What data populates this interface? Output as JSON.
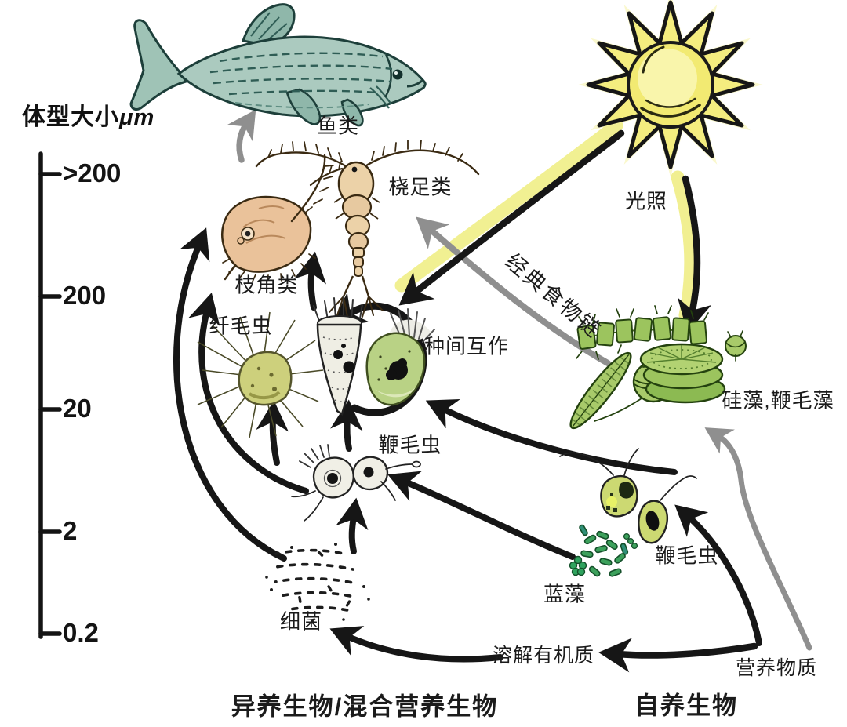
{
  "figure": {
    "axis": {
      "title": "体型大小",
      "unit": "μm",
      "ticks": [
        ">200",
        "200",
        "20",
        "2",
        "0.2"
      ]
    },
    "organisms": {
      "fish": "鱼类",
      "copepod": "桡足类",
      "cladoceran": "枝角类",
      "ciliates": "纤毛虫",
      "flagellates_hetero": "鞭毛虫",
      "bacteria": "细菌",
      "diatoms": "硅藻,鞭毛藻",
      "flagellates_auto": "鞭毛虫",
      "cyanobacteria": "蓝藻"
    },
    "abiotic": {
      "light": "光照",
      "dissolved_organic_matter": "溶解有机质",
      "nutrients": "营养物质"
    },
    "annotations": {
      "classic_food_chain": "经典食物链",
      "species_interaction": "种间互作"
    },
    "groups": {
      "heterotrophs_mixotrophs": "异养生物/混合营养生物",
      "autotrophs": "自养生物"
    },
    "colors": {
      "arrow_black": "#161616",
      "arrow_gray": "#8f8f8f",
      "sun_yellow": "#f2ea72",
      "glow_yellow": "#f0ee86",
      "algae_green": "#9cc45e",
      "zooplankton_tan": "#eac29a",
      "fish_teal": "#abcabf"
    }
  }
}
